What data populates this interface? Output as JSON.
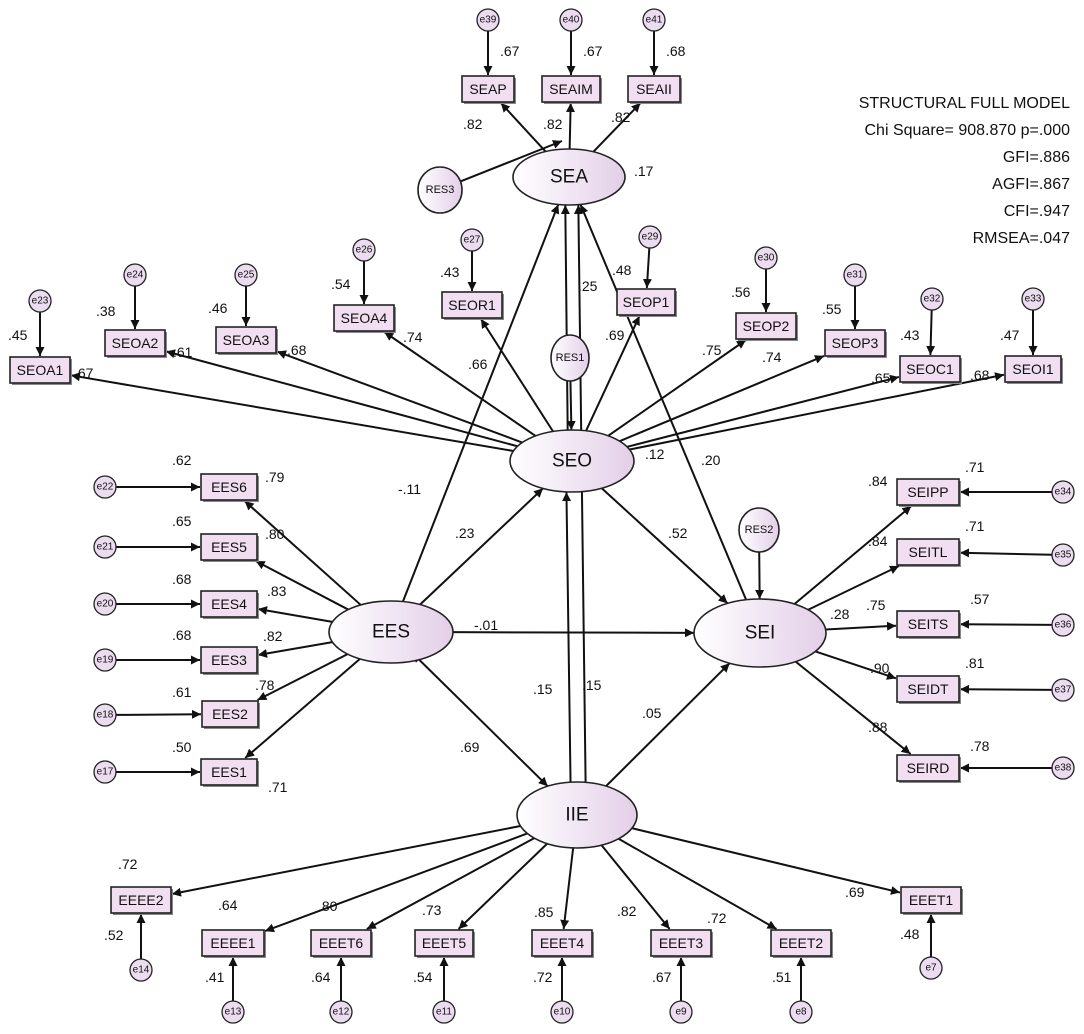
{
  "stats": {
    "title": "STRUCTURAL FULL MODEL",
    "lines": [
      "Chi Square= 908.870 p=.000",
      "GFI=.886",
      "AGFI=.867",
      "CFI=.947",
      "RMSEA=.047"
    ]
  },
  "colors": {
    "latent_fill_start": "#ffffff",
    "latent_fill_end": "#e3cfe8",
    "box_fill": "#f1def1",
    "error_fill": "#ecdcef"
  },
  "latents": {
    "SEA": {
      "label": "SEA",
      "r2": ".17"
    },
    "SEO": {
      "label": "SEO",
      "r2": ".12"
    },
    "SEI": {
      "label": "SEI"
    },
    "EES": {
      "label": "EES"
    },
    "IIE": {
      "label": "IIE"
    },
    "RES1": {
      "label": "RES1"
    },
    "RES2": {
      "label": "RES2"
    },
    "RES3": {
      "label": "RES3"
    }
  },
  "indicators": {
    "SEAP": {
      "label": "SEAP",
      "error": "e39",
      "r2": ".67",
      "loading": ".82"
    },
    "SEAIM": {
      "label": "SEAIM",
      "error": "e40",
      "r2": ".67",
      "loading": ".82"
    },
    "SEAII": {
      "label": "SEAII",
      "error": "e41",
      "r2": ".68",
      "loading": ".82"
    },
    "SEOA1": {
      "label": "SEOA1",
      "error": "e23",
      "r2": ".45",
      "loading": ".67"
    },
    "SEOA2": {
      "label": "SEOA2",
      "error": "e24",
      "r2": ".38",
      "loading": ".61"
    },
    "SEOA3": {
      "label": "SEOA3",
      "error": "e25",
      "r2": ".46",
      "loading": ".68"
    },
    "SEOA4": {
      "label": "SEOA4",
      "error": "e26",
      "r2": ".54",
      "loading": ".74"
    },
    "SEOR1": {
      "label": "SEOR1",
      "error": "e27",
      "r2": ".43",
      "loading": ".66"
    },
    "SEOP1": {
      "label": "SEOP1",
      "error": "e29",
      "r2": ".48",
      "loading": ".69"
    },
    "SEOP2": {
      "label": "SEOP2",
      "error": "e30",
      "r2": ".56",
      "loading": ".75"
    },
    "SEOP3": {
      "label": "SEOP3",
      "error": "e31",
      "r2": ".55",
      "loading": ".74"
    },
    "SEOC1": {
      "label": "SEOC1",
      "error": "e32",
      "r2": ".43",
      "loading": ".65"
    },
    "SEOI1": {
      "label": "SEOI1",
      "error": "e33",
      "r2": ".47",
      "loading": ".68"
    },
    "EES6": {
      "label": "EES6",
      "error": "e22",
      "r2": ".62",
      "loading": ".79"
    },
    "EES5": {
      "label": "EES5",
      "error": "e21",
      "r2": ".65",
      "loading": ".80"
    },
    "EES4": {
      "label": "EES4",
      "error": "e20",
      "r2": ".68",
      "loading": ".83"
    },
    "EES3": {
      "label": "EES3",
      "error": "e19",
      "r2": ".68",
      "loading": ".82"
    },
    "EES2": {
      "label": "EES2",
      "error": "e18",
      "r2": ".61",
      "loading": ".78"
    },
    "EES1": {
      "label": "EES1",
      "error": "e17",
      "r2": ".50",
      "loading": ".71"
    },
    "SEIPP": {
      "label": "SEIPP",
      "error": "e34",
      "r2": ".71",
      "loading": ".84"
    },
    "SEITL": {
      "label": "SEITL",
      "error": "e35",
      "r2": ".71",
      "loading": ".84"
    },
    "SEITS": {
      "label": "SEITS",
      "error": "e36",
      "r2": ".57",
      "loading": ".75"
    },
    "SEIDT": {
      "label": "SEIDT",
      "error": "e37",
      "r2": ".81",
      "loading": ".90"
    },
    "SEIRD": {
      "label": "SEIRD",
      "error": "e38",
      "r2": ".78",
      "loading": ".88"
    },
    "EEEE2": {
      "label": "EEEE2",
      "error": "e14",
      "r2": ".52",
      "loading": ".72"
    },
    "EEEE1": {
      "label": "EEEE1",
      "error": "e13",
      "r2": ".41",
      "loading": ".64"
    },
    "EEET6": {
      "label": "EEET6",
      "error": "e12",
      "r2": ".64",
      "loading": ".80"
    },
    "EEET5": {
      "label": "EEET5",
      "error": "e11",
      "r2": ".54",
      "loading": ".73"
    },
    "EEET4": {
      "label": "EEET4",
      "error": "e10",
      "r2": ".72",
      "loading": ".85"
    },
    "EEET3": {
      "label": "EEET3",
      "error": "e9",
      "r2": ".67",
      "loading": ".82"
    },
    "EEET2": {
      "label": "EEET2",
      "error": "e8",
      "r2": ".51",
      "loading": ".72"
    },
    "EEET1": {
      "label": "EEET1",
      "error": "e7",
      "r2": ".48",
      "loading": ".69"
    }
  },
  "paths": {
    "EES_SEA": "-.11",
    "EES_SEO": ".23",
    "EES_SEI": "-.01",
    "EES_IIE": ".69",
    "SEO_SEA": ".25",
    "SEO_SEI": ".52",
    "SEI_SEA": ".20",
    "IIE_SEA": ".15",
    "IIE_SEO": ".15",
    "IIE_SEI": ".05",
    "SEI_r2": ".28"
  }
}
